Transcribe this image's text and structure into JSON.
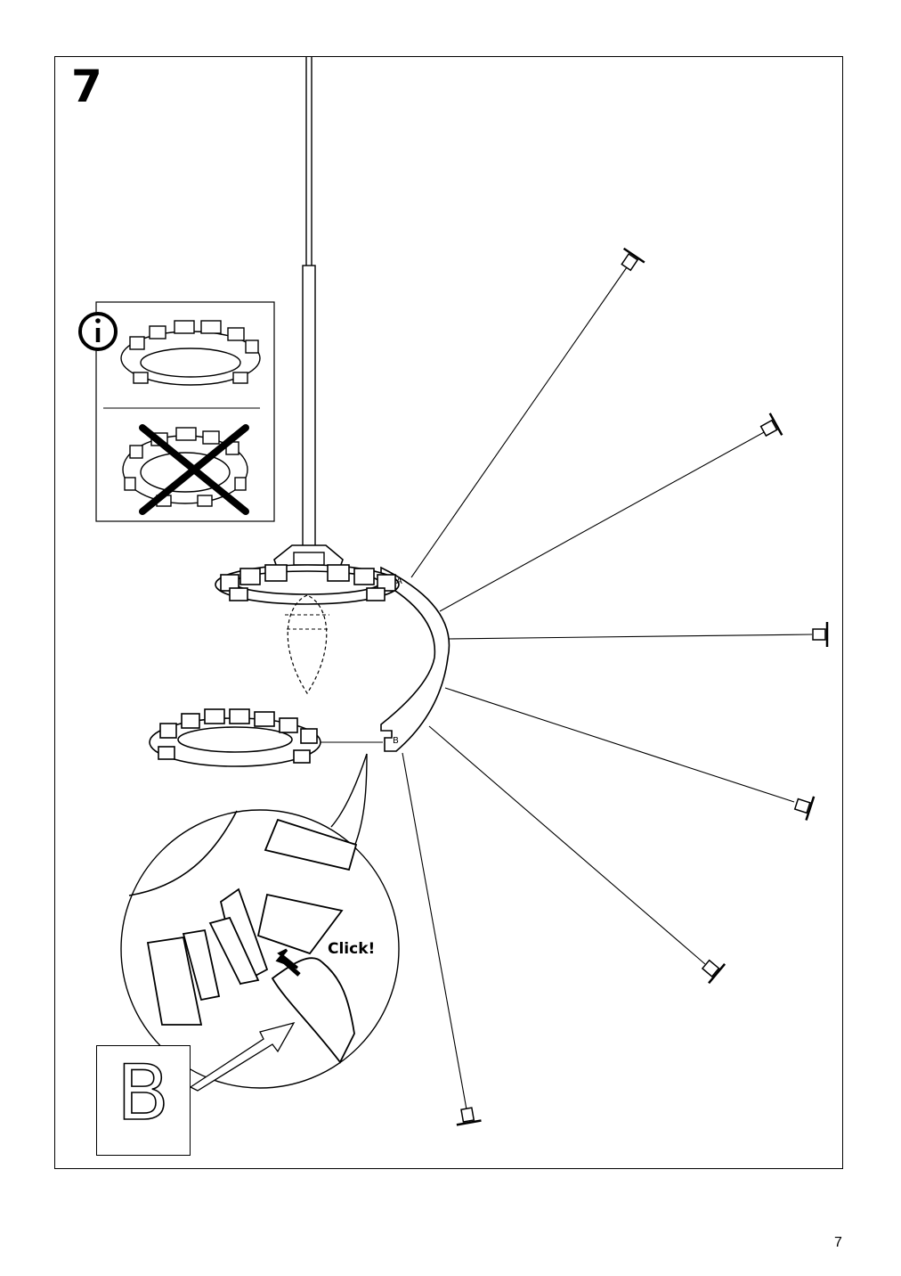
{
  "step": {
    "number": "7"
  },
  "callout": {
    "click_label": "Click!"
  },
  "ring_labels": {
    "a": "A",
    "b": "B"
  },
  "detail_labels": {
    "big_b": "B"
  },
  "page": {
    "number": "7"
  }
}
